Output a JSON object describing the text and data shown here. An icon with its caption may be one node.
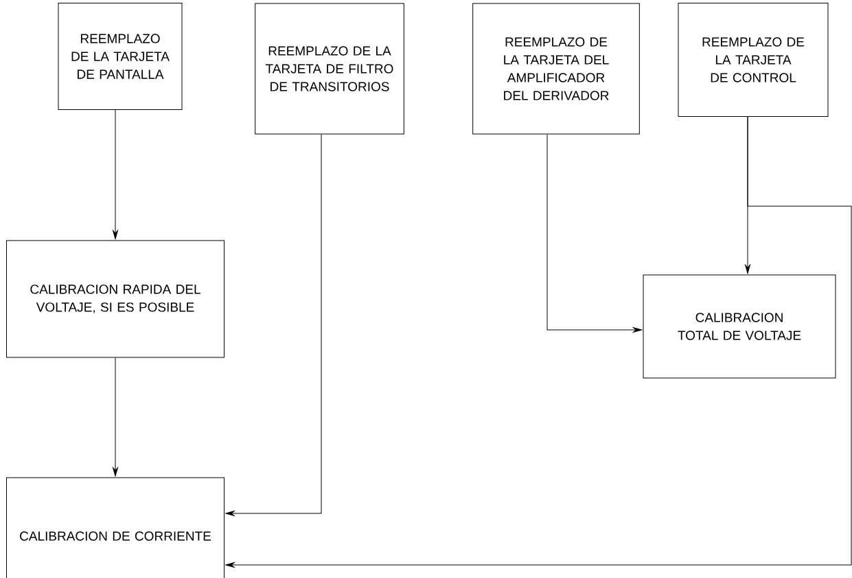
{
  "diagram": {
    "nodes": [
      {
        "text": [
          "REEMPLAZO DE LA TARJETA DE PANTALLA"
        ]
      },
      {
        "text": [
          "REEMPLAZO DE LA TARJETA DE FILTRO DE TRANSITORIOS"
        ]
      },
      {
        "text": [
          "REEMPLAZO DE LA TARJETA DEL AMPLIFICADOR DEL DERIVADOR"
        ]
      },
      {
        "text": [
          "REEMPLAZO DE LA TARJETA DE CONTROL"
        ]
      },
      {
        "text": [
          "CALIBRACION RAPIDA DEL VOLTAJE, SI ES POSIBLE"
        ]
      },
      {
        "text": [
          "CALIBRACION TOTAL DE VOLTAJE"
        ]
      },
      {
        "text": [
          "CALIBRACION DE CORRIENTE"
        ]
      }
    ],
    "edges": [
      {
        "from": 0,
        "to": 4,
        "arrow": "to"
      },
      {
        "from": 4,
        "to": 6,
        "arrow": "to"
      },
      {
        "from": 1,
        "to": 6,
        "arrow": "to"
      },
      {
        "from": 2,
        "to": 5,
        "arrow": "to"
      },
      {
        "from": 3,
        "to": 5,
        "arrow": "to"
      },
      {
        "from": 3,
        "to": 6,
        "arrow": "to"
      }
    ]
  }
}
